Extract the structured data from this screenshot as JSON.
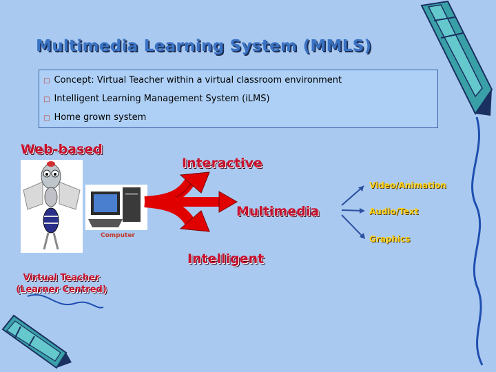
{
  "title": "Multimedia  Learning  System (MMLS)",
  "concept": {
    "bullets": [
      "Concept: Virtual Teacher within a virtual classroom environment",
      "Intelligent Learning Management System (iLMS)",
      "Home grown system"
    ]
  },
  "labels": {
    "web_based": "Web-based",
    "interactive": "Interactive",
    "multimedia": "Multimedia",
    "intelligent": "Intelligent",
    "virtual_teacher_line1": "Virtual Teacher",
    "virtual_teacher_line2": "(Learner Centred)",
    "computer": "Computer"
  },
  "media_types": [
    "Video/Animation",
    "Audio/Text",
    "Graphics"
  ],
  "colors": {
    "background": "#a9c9f0",
    "title": "#3b73c4",
    "red_text": "#c8102e",
    "yellow_text": "#ffd21a",
    "arrow_red": "#e00000"
  },
  "icons": [
    "pencil-icon",
    "robot-teacher-icon",
    "computer-icon"
  ]
}
